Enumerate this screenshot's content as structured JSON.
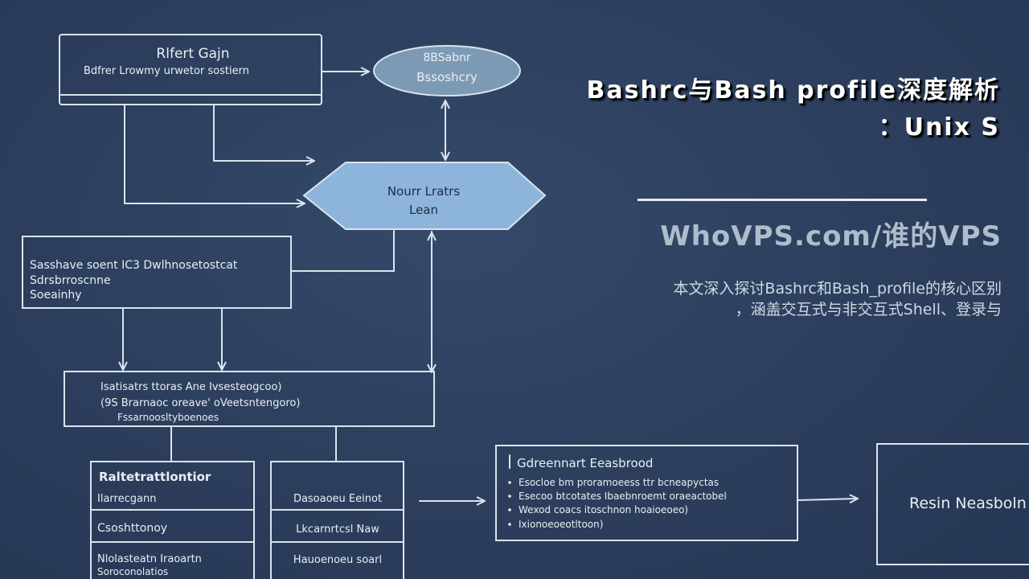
{
  "article": {
    "title_line1": "Bashrc与Bash profile深度解析",
    "title_line2": "：Unix S",
    "brand": "WhoVPS.com/谁的VPS",
    "description_line1": "本文深入探讨Bashrc和Bash_profile的核心区别",
    "description_line2": "，涵盖交互式与非交互式Shell、登录与"
  },
  "diagram": {
    "top_box": {
      "title": "Rlfert Gajn",
      "subtitle": "Bdfrer Lrowmy urwetor sostiern"
    },
    "ellipse": {
      "line1": "8BSabnr",
      "line2": "Bssoshcry"
    },
    "hexagon": {
      "line1": "Nourr Lratrs",
      "line2": "Lean"
    },
    "left_box": {
      "line1": "Sasshave soent IC3 Dwlhnosetostcat",
      "line2": "Sdrsbrroscnne",
      "line3": "Soeainhy"
    },
    "middle_box": {
      "line1": "Isatisatrs ttoras Ane Ivsesteogcoo)",
      "line2": "(9S Brarnaoc oreave' oVeetsntengoro)",
      "line3": "Fssarnoosltyboenoes"
    },
    "table_left": {
      "header": "Raltetrattlontior",
      "row1": "Ilarrecgann",
      "row2": "Csoshttonoy",
      "row3a": "Nlolasteatn Iraoartn",
      "row3b": "Soroconolatios"
    },
    "table_right": {
      "row1": "Dasoaoeu Eeinot",
      "row2": "Lkcarnrtcsl Naw",
      "row3": "Hauoenoeu soarl"
    },
    "right_box": {
      "title": "Gdreennart Eeasbrood",
      "bullet1": "Esocloe bm proramoeess ttr bcneapyctas",
      "bullet2": "Esecoo btcotates Ibaebnroemt oraeactobel",
      "bullet3": "Wexod coacs itoschnon hoaioeoeo)",
      "bullet4": "Ixionoeoeotltoon)"
    },
    "far_right_box": {
      "label": "Resin Neasboln"
    }
  }
}
